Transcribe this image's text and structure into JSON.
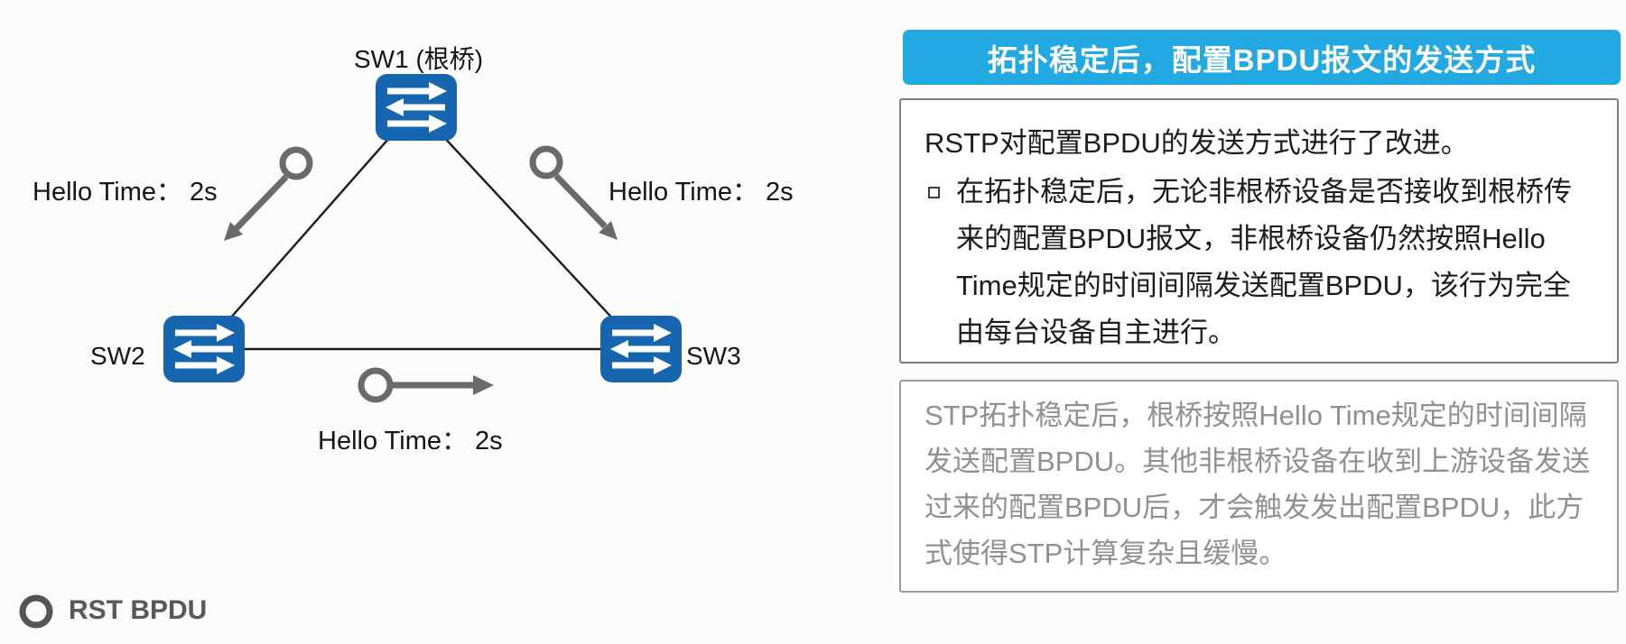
{
  "diagram": {
    "nodes": {
      "sw1": "SW1 (根桥)",
      "sw2": "SW2",
      "sw3": "SW3"
    },
    "hello_labels": {
      "left": "Hello Time： 2s",
      "right": "Hello Time： 2s",
      "bottom": "Hello Time： 2s"
    },
    "legend_label": "RST BPDU",
    "colors": {
      "switch_blue": "#1566AE",
      "arrow_gray": "#6A6A6A",
      "link_black": "#1A1A1A",
      "legend_gray": "#555555"
    }
  },
  "panel": {
    "title": "拓扑稳定后，配置BPDU报文的发送方式",
    "title_bg": "#22A9E1",
    "rstp_intro": "RSTP对配置BPDU的发送方式进行了改进。",
    "rstp_bullet": "在拓扑稳定后，无论非根桥设备是否接收到根桥传来的配置BPDU报文，非根桥设备仍然按照Hello Time规定的时间间隔发送配置BPDU，该行为完全由每台设备自主进行。",
    "stp_note": "STP拓扑稳定后，根桥按照Hello Time规定的时间间隔发送配置BPDU。其他非根桥设备在收到上游设备发送过来的配置BPDU后，才会触发发出配置BPDU，此方式使得STP计算复杂且缓慢。"
  }
}
